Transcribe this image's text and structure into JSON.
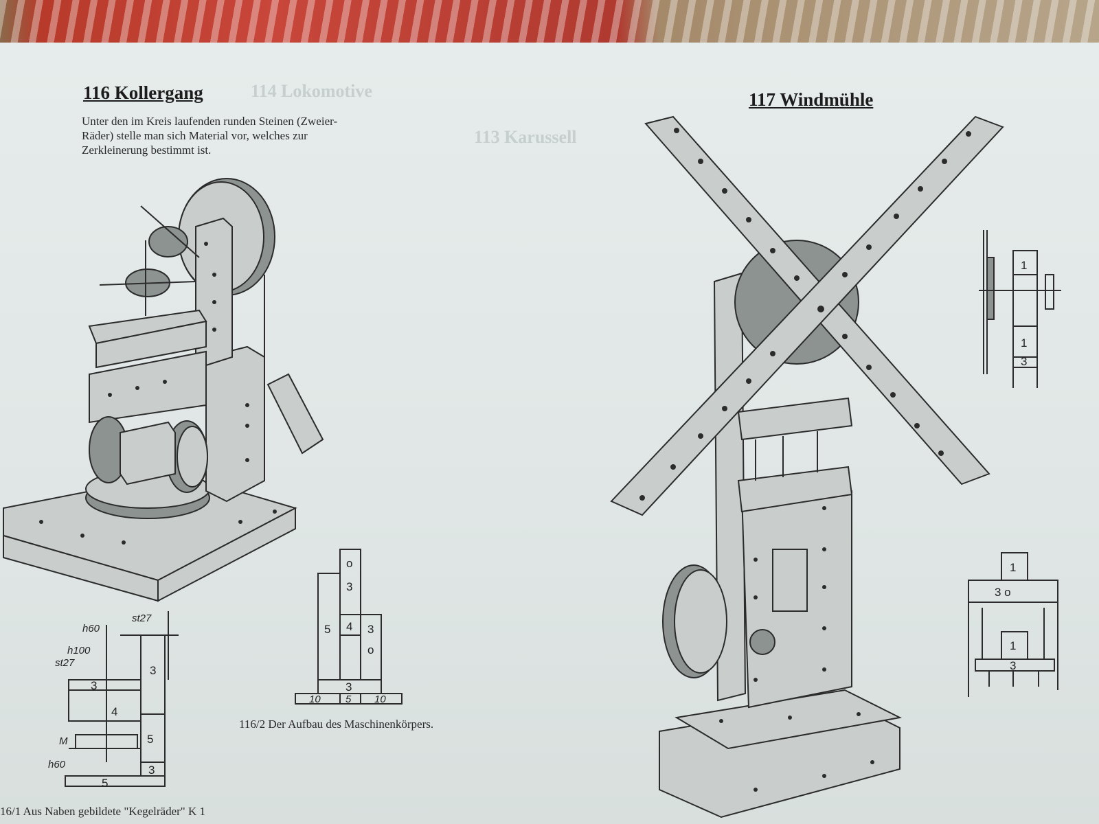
{
  "section116": {
    "title": "116 Kollergang",
    "description": "Unter den im Kreis laufenden runden Steinen (Zweier-Räder) stelle man sich Material vor, welches zur Zerkleinerung bestimmt ist.",
    "caption_1162": "116/2 Der Aufbau des Maschinenkörpers.",
    "caption_1161": "16/1 Aus Naben gebildete \"Kegelräder\" K 1",
    "diagram_1161_labels": [
      "h60",
      "st27",
      "h100",
      "st27",
      "3",
      "3",
      "4",
      "5",
      "M",
      "h60",
      "3",
      "5"
    ],
    "diagram_1162_labels": [
      "o",
      "3",
      "5",
      "4",
      "3",
      "o",
      "3",
      "10",
      "5",
      "10"
    ]
  },
  "section117": {
    "title": "117 Windmühle",
    "diagram_side_labels": [
      "1",
      "1",
      "3"
    ],
    "diagram_front_labels": [
      "1",
      "3 o",
      "1",
      "3"
    ]
  },
  "ghost_text": {
    "a": "114 Lokomotive",
    "b": "113 Karussell"
  }
}
